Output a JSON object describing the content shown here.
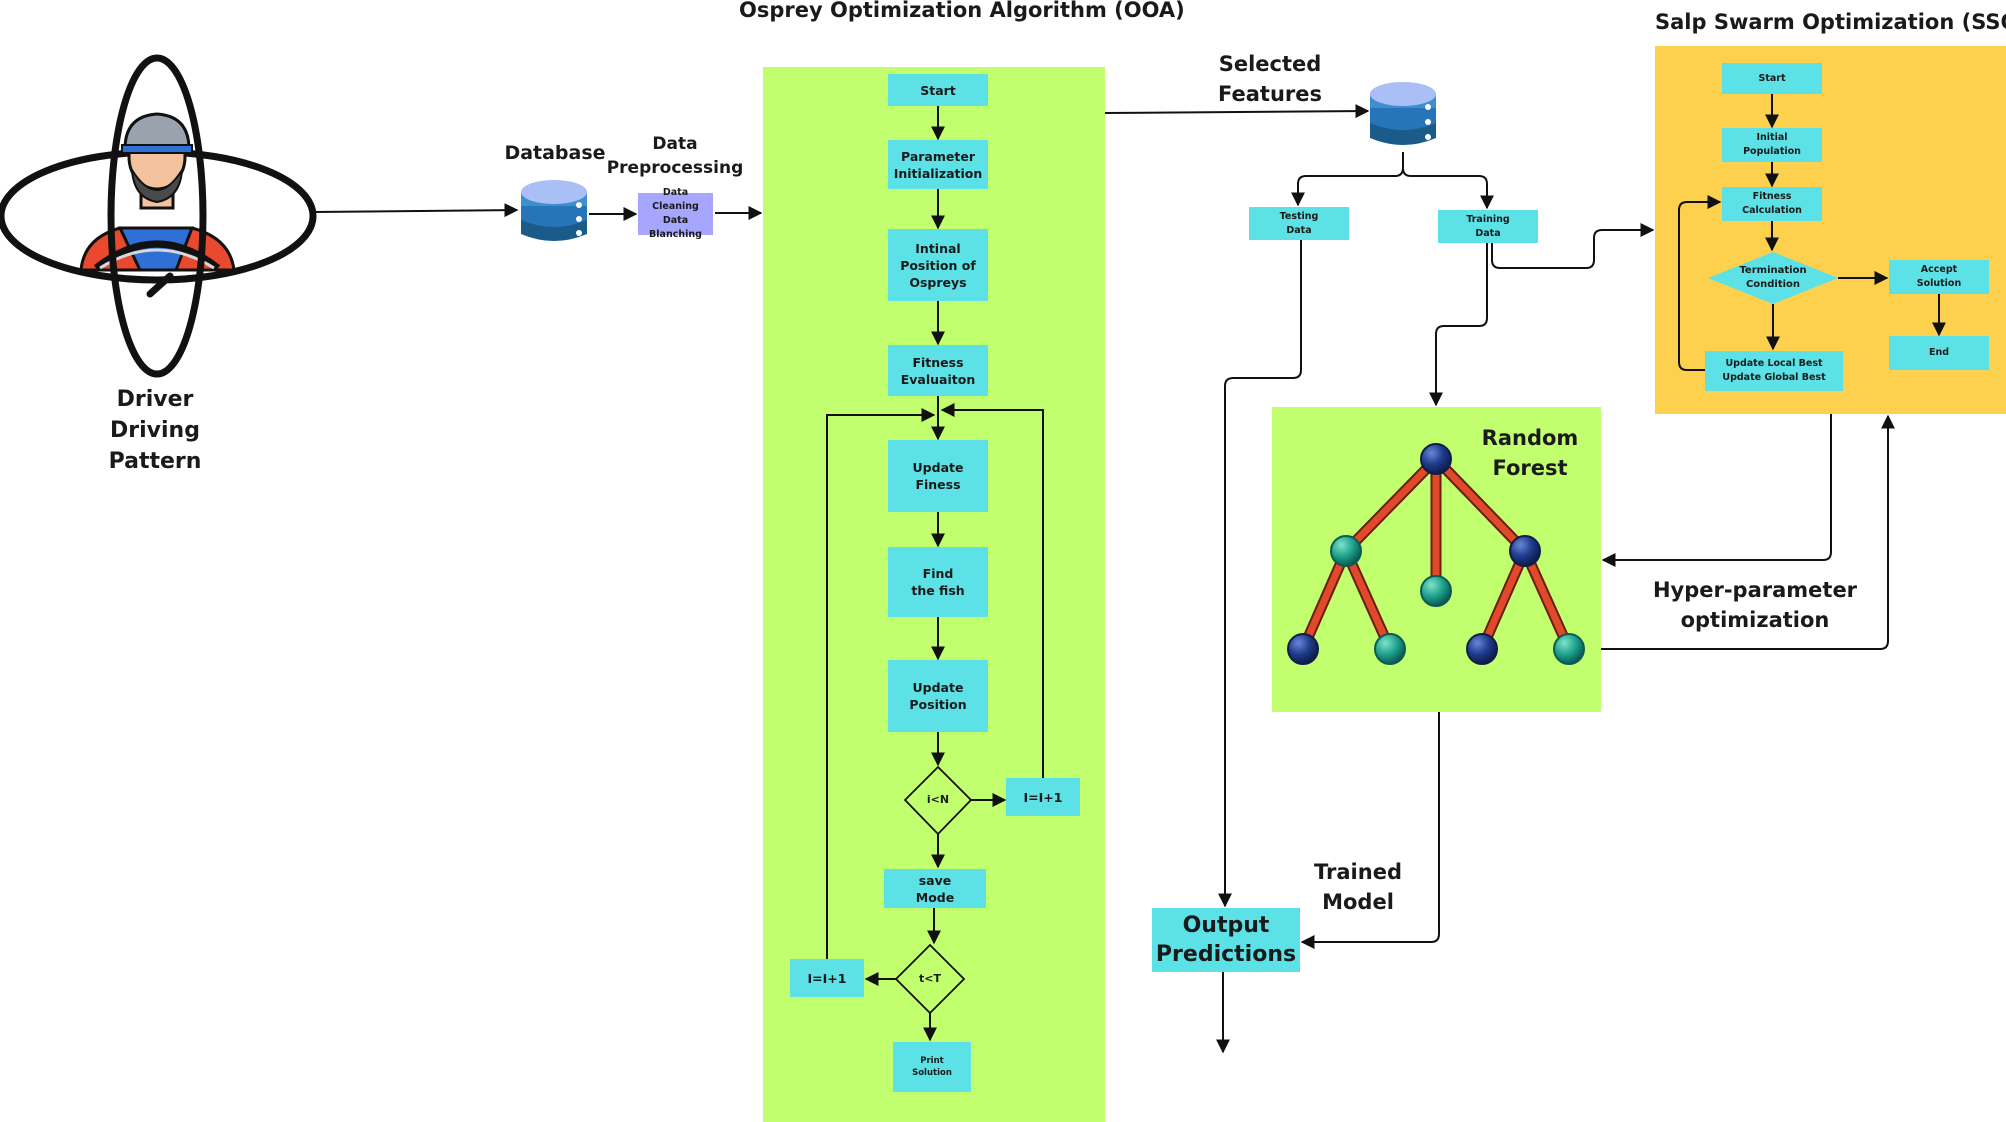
{
  "titles": {
    "ooa": "Osprey Optimization Algorithm (OOA)",
    "sso": "Salp Swarm Optimization (SSO)"
  },
  "input": {
    "driver_label": "Driver\nDriving\nPattern",
    "database_label": "Database",
    "preprocessing_label": "Data\nPreprocessing",
    "preprocessing_box": "Data Cleaning\nData Blanching"
  },
  "ooa": {
    "start": "Start",
    "param_init": "Parameter\nInitialization",
    "init_position": "Intinal\nPosition of\nOspreys",
    "fitness_eval": "Fitness\nEvaluaiton",
    "update_fitness": "Update\nFiness",
    "find_fish": "Find\nthe fish",
    "update_position": "Update\nPosition",
    "cond_n": "i<N",
    "inc_i_right": "I=I+1",
    "save_mode": "save\nMode",
    "cond_t": "t<T",
    "inc_i_left": "I=I+1",
    "print_solution": "Print\nSolution"
  },
  "features": {
    "selected_label": "Selected\nFeatures",
    "testing_data": "Testing\nData",
    "training_data": "Training\nData"
  },
  "sso": {
    "start": "Start",
    "initial_population": "Initial\nPopulation",
    "fitness_calc": "Fitness\nCalculation",
    "termination": "Termination\nCondition",
    "accept_solution": "Accept\nSolution",
    "end": "End",
    "update_best": "Update Local Best\nUpdate Global Best"
  },
  "model": {
    "random_forest": "Random\nForest",
    "hyper_param": "Hyper-parameter\noptimization",
    "trained_model": "Trained\nModel",
    "output_predictions": "Output\nPredictions"
  },
  "colors": {
    "box": "#5ce1e6",
    "green_panel": "#c2ff6e",
    "yellow_panel": "#fdd14e",
    "preprocess_box": "#a6a6ff",
    "db_light": "#a9bff5",
    "db_dark": "#1a5b8a",
    "tree_branch": "#e04a2a",
    "node_dark": "#1f3b8c",
    "node_teal": "#1fa28f"
  },
  "icons": [
    "driver-steering-icon",
    "database-icon",
    "random-forest-tree-icon"
  ]
}
